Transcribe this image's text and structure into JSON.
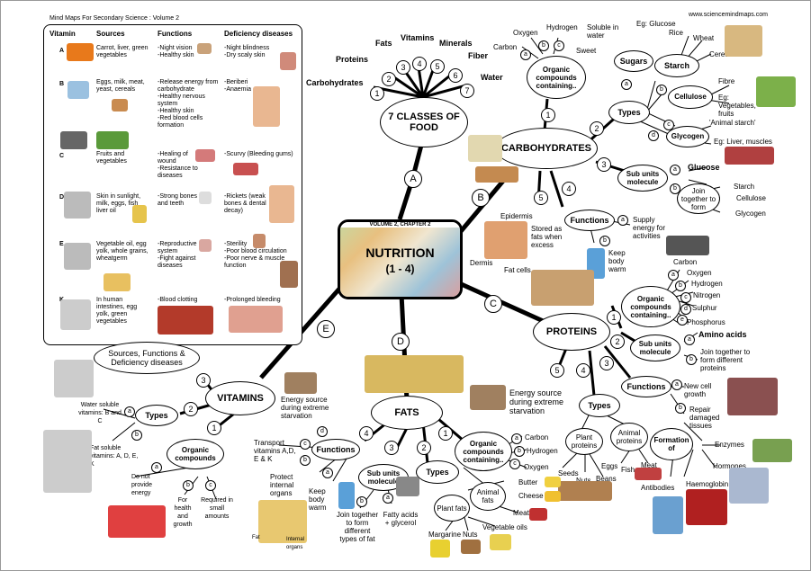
{
  "header": {
    "left": "Mind Maps For Secondary Science : Volume 2",
    "right": "www.sciencemindmaps.com"
  },
  "center": {
    "volume": "VOLUME 2, CHAPTER 2",
    "title": "NUTRITION",
    "subtitle": "(1 - 4)"
  },
  "branches": {
    "a": "A",
    "b": "B",
    "c": "C",
    "d": "D",
    "e": "E"
  },
  "classes": {
    "title": "7 CLASSES OF FOOD",
    "items": [
      "Carbohydrates",
      "Proteins",
      "Fats",
      "Vitamins",
      "Minerals",
      "Fiber",
      "Water"
    ]
  },
  "carbs": {
    "title": "CARBOHYDRATES",
    "organic": "Organic compounds containing..",
    "elements": [
      "Carbon",
      "Oxygen",
      "Hydrogen"
    ],
    "types": "Types",
    "sugars": "Sugars",
    "soluble": "Soluble in water",
    "sweet": "Sweet",
    "eg_glucose": "Eg: Glucose",
    "starch": "Starch",
    "rice": "Rice",
    "wheat": "Wheat",
    "cereals": "Cereals",
    "cellulose": "Cellulose",
    "fibre": "Fibre",
    "eg_veg": "Eg: Vegetables, fruits",
    "glycogen": "Glycogen",
    "animal_starch": "'Animal starch'",
    "eg_liver": "Eg: Liver, muscles",
    "subunits": "Sub units molecule",
    "glucose": "Glucose",
    "join": "Join together to form",
    "join_items": [
      "Starch",
      "Cellulose",
      "Glycogen"
    ],
    "functions": "Functions",
    "supply": "Supply energy for activities",
    "keepwarm": "Keep body warm",
    "stored": "Stored as fats when excess",
    "epidermis": "Epidermis",
    "dermis": "Dermis",
    "fatcells": "Fat cells"
  },
  "proteins": {
    "title": "PROTEINS",
    "organic": "Organic compounds containing..",
    "elements": [
      "Carbon",
      "Oxygen",
      "Hydrogen",
      "Nitrogen",
      "Sulphur",
      "Phosphorus"
    ],
    "subunits": "Sub units molecule",
    "amino": "Amino acids",
    "join": "Join together to form different proteins",
    "functions": "Functions",
    "newcell": "New cell growth",
    "repair": "Repair damaged tissues",
    "types": "Types",
    "plant": "Plant proteins",
    "animal": "Animal proteins",
    "seeds": "Seeds",
    "nuts": "Nuts",
    "beans": "Beans",
    "eggs": "Eggs",
    "fish": "Fish",
    "meat": "Meat",
    "formation": "Formation of",
    "enzymes": "Enzymes",
    "hormones": "Hormones",
    "antibodies": "Antibodies",
    "haemoglobin": "Haemoglobin",
    "energy": "Energy source during extreme starvation"
  },
  "fats": {
    "title": "FATS",
    "organic": "Organic compounds containing..",
    "elements": [
      "Carbon",
      "Hydrogen",
      "Oxygen"
    ],
    "types": "Types",
    "animal": "Animal fats",
    "butter": "Butter",
    "cheese": "Cheese",
    "meat": "Meat",
    "plant": "Plant fats",
    "margarine": "Margarine",
    "nuts": "Nuts",
    "vegoils": "Vegetable oils",
    "subunits": "Sub units molecule",
    "fattyacids": "Fatty acids + glycerol",
    "join": "Join together to form different types of fat",
    "functions": "Functions",
    "keepwarm": "Keep body warm",
    "protect": "Protect internal organs",
    "transport": "Transport vitamins A,D, E & K",
    "energy": "Energy source during extreme starvation",
    "fat": "Fat",
    "internal": "Internal organs"
  },
  "vitamins": {
    "title": "VITAMINS",
    "sfd": "Sources, Functions & Deficiency diseases",
    "types": "Types",
    "water": "Water soluble vitamins: B and C",
    "fat": "Fat soluble vitamins: A, D, E, K",
    "organic": "Organic compounds",
    "noenergy": "Do not provide energy",
    "health": "For health and growth",
    "small": "Required in small amounts"
  },
  "table": {
    "headers": [
      "Vitamin",
      "Sources",
      "Functions",
      "Deficiency diseases"
    ],
    "rows": [
      {
        "v": "A",
        "s": "Carrot, liver, green vegetables",
        "f": "-Night vision\n-Healthy skin",
        "d": "-Night blindness\n-Dry scaly skin"
      },
      {
        "v": "B",
        "s": "Eggs, milk, meat, yeast, cereals",
        "f": "-Release energy from carbohydrate\n-Healthy nervous system\n-Healthy skin\n-Red blood cells formation",
        "d": "-Beriberi\n-Anaemia"
      },
      {
        "v": "C",
        "s": "Fruits and vegetables",
        "f": "-Healing of wound\n-Resistance to diseases",
        "d": "-Scurvy (Bleeding gums)"
      },
      {
        "v": "D",
        "s": "Skin in sunlight, milk, eggs, fish liver oil",
        "f": "-Strong bones and teeth",
        "d": "-Rickets (weak bones & dental decay)"
      },
      {
        "v": "E",
        "s": "Vegetable oil, egg yolk, whole grains, wheatgerm",
        "f": "-Reproductive system\n-Fight against diseases",
        "d": "-Sterility\n-Poor blood circulation\n-Poor nerve & muscle function"
      },
      {
        "v": "K",
        "s": "In human intestines, egg yolk, green vegetables",
        "f": "-Blood clotting",
        "d": "-Prolonged bleeding"
      }
    ]
  }
}
